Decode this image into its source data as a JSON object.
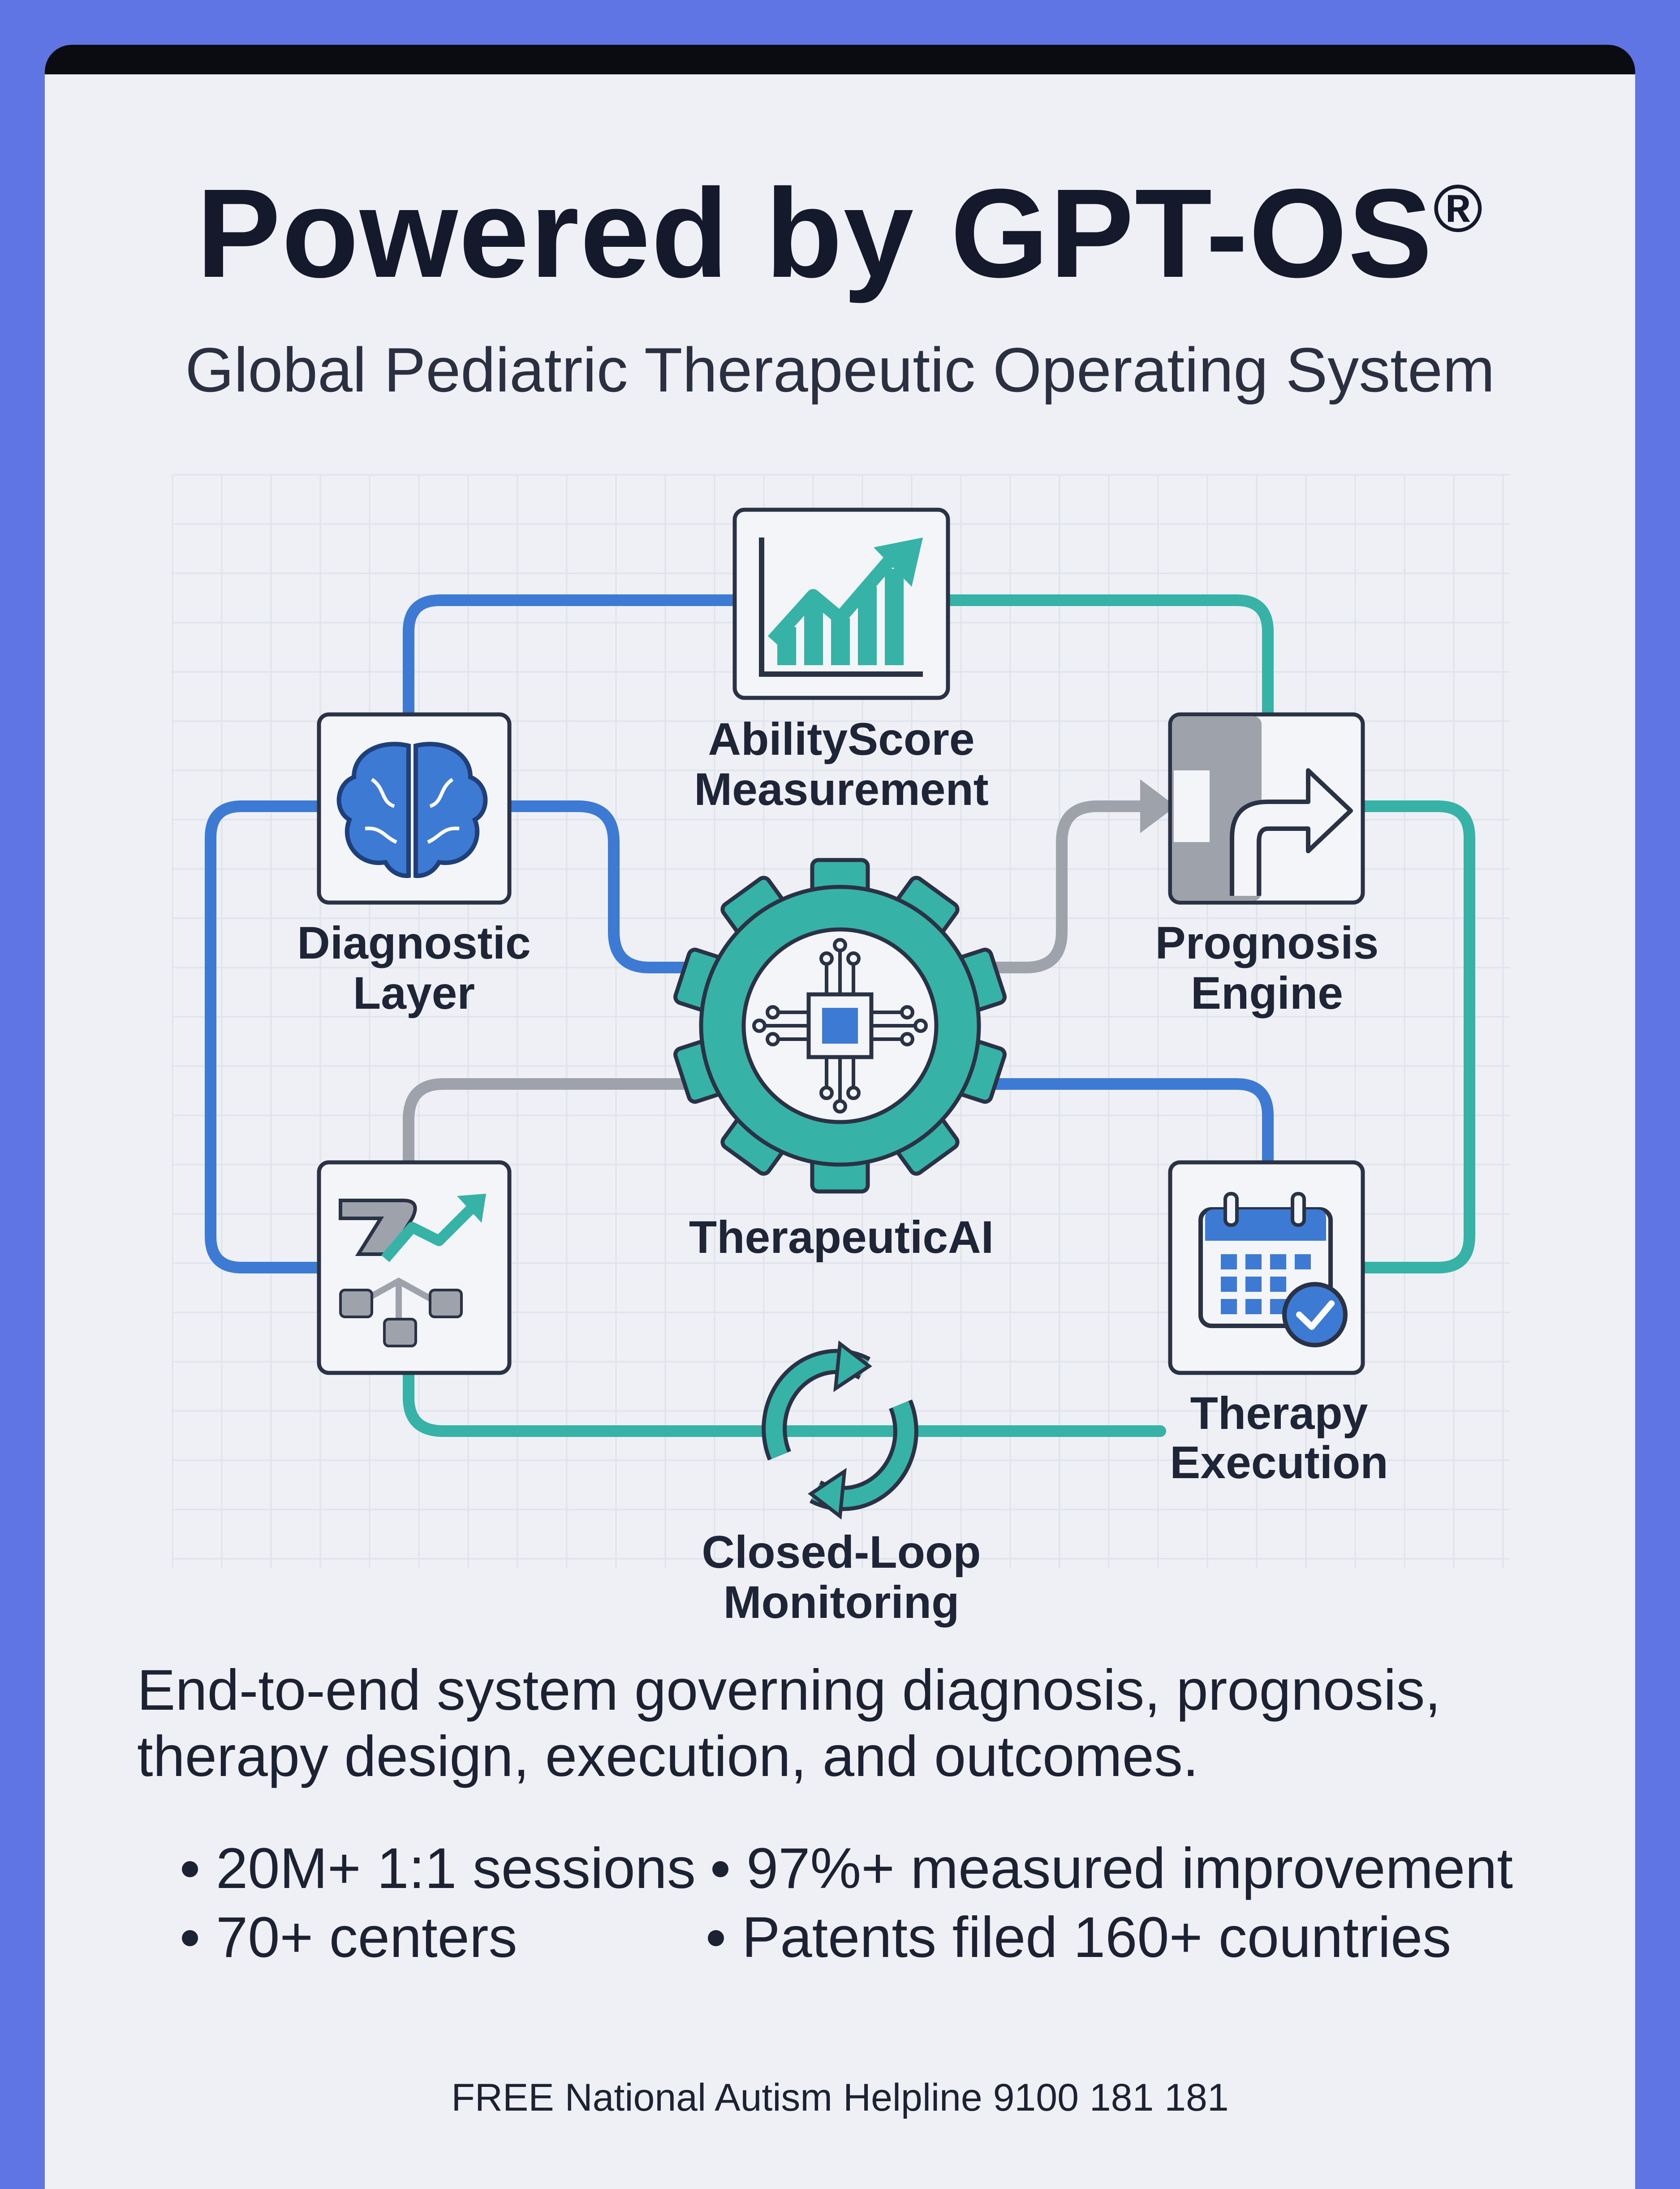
{
  "header": {
    "title": "Powered by GPT-OS",
    "title_mark": "®",
    "subtitle": "Global Pediatric Therapeutic Operating System"
  },
  "diagram": {
    "nodes": {
      "abilityscore": {
        "line1": "AbilityScore",
        "line2": "Measurement",
        "icon": "bar-chart-trend-icon"
      },
      "diagnostic": {
        "line1": "Diagnostic",
        "line2": "Layer",
        "icon": "brain-icon"
      },
      "prognosis": {
        "line1": "Prognosis",
        "line2": "Engine",
        "icon": "forward-arrow-icon"
      },
      "therapeutic": {
        "line1": "TherapeuticAI",
        "icon": "gear-chip-icon"
      },
      "design": {
        "icon": "workflow-icon"
      },
      "execution": {
        "line1": "Therapy",
        "line2": "Execution",
        "icon": "calendar-check-icon"
      },
      "monitoring": {
        "line1": "Closed-Loop",
        "line2": "Monitoring",
        "icon": "cycle-arrows-icon"
      }
    },
    "colors": {
      "blue": "#3d7ad3",
      "teal": "#37b2a6",
      "gray": "#9ea3ab",
      "dark": "#2a3346"
    }
  },
  "description": "End-to-end system governing diagnosis, prognosis, therapy design, execution, and outcomes.",
  "stats": [
    "20M+ 1:1 sessions",
    "97%+ measured improvement",
    "70+ centers",
    "Patents filed 160+ countries"
  ],
  "footer": {
    "helpline": "FREE National Autism Helpline 9100 181 181"
  }
}
